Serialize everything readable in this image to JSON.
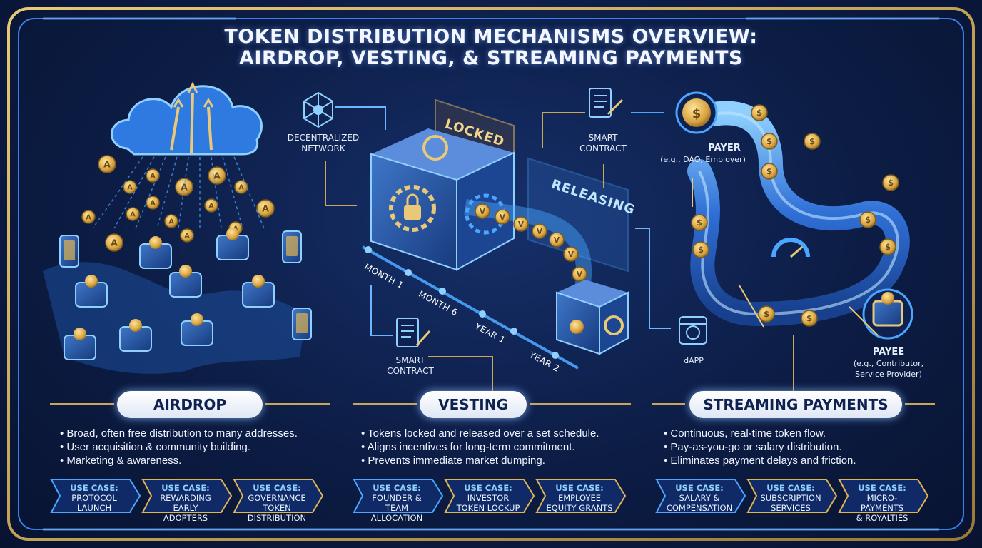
{
  "title": {
    "line1": "TOKEN DISTRIBUTION MECHANISMS OVERVIEW:",
    "line2": "AIRDROP, VESTING, & STREAMING PAYMENTS"
  },
  "colors": {
    "background": "#0a1633",
    "frame_gold": "#c9a65a",
    "frame_blue": "#3f8cff",
    "accent_blue": "#4aa6ff",
    "coin_gold": "#e0b453",
    "pill_text": "#0e2150"
  },
  "airdrop": {
    "pill": "AIRDROP",
    "icons": [
      "cloud-icon",
      "coin-icon",
      "wallet-icon",
      "phone-icon",
      "world-map-icon"
    ],
    "coin_letter": "A",
    "bullets": [
      "Broad, often free distribution to many addresses.",
      "User acquisition & community building.",
      "Marketing & awareness."
    ],
    "use_cases": [
      {
        "head": "USE CASE:",
        "line1": "PROTOCOL",
        "line2": "LAUNCH"
      },
      {
        "head": "USE CASE:",
        "line1": "REWARDING",
        "line2": "EARLY ADOPTERS"
      },
      {
        "head": "USE CASE:",
        "line1": "GOVERNANCE",
        "line2": "TOKEN DISTRIBUTION"
      }
    ]
  },
  "vesting": {
    "pill": "VESTING",
    "network_label": [
      "DECENTRALIZED",
      "NETWORK"
    ],
    "contract_top": [
      "SMART",
      "CONTRACT"
    ],
    "contract_bottom": [
      "SMART",
      "CONTRACT"
    ],
    "locked": "LOCKED",
    "releasing": "RELEASING",
    "coin_letter": "V",
    "timeline": [
      "MONTH 1",
      "MONTH 6",
      "YEAR 1",
      "YEAR 2"
    ],
    "bullets": [
      "Tokens locked and released over a set schedule.",
      "Aligns incentives for long-term commitment.",
      "Prevents immediate market dumping."
    ],
    "use_cases": [
      {
        "head": "USE CASE:",
        "line1": "FOUNDER & TEAM",
        "line2": "ALLOCATION"
      },
      {
        "head": "USE CASE:",
        "line1": "INVESTOR",
        "line2": "TOKEN LOCKUP"
      },
      {
        "head": "USE CASE:",
        "line1": "EMPLOYEE",
        "line2": "EQUITY GRANTS"
      }
    ]
  },
  "streaming": {
    "pill": "STREAMING PAYMENTS",
    "payer": "PAYER",
    "payer_sub": "(e.g., DAO, Employer)",
    "payee": "PAYEE",
    "payee_sub": [
      "(e.g., Contributor,",
      "Service Provider)"
    ],
    "dapp": "dAPP",
    "coin_letter": "$",
    "bullets": [
      "Continuous, real-time token flow.",
      "Pay-as-you-go or salary distribution.",
      "Eliminates payment delays and friction."
    ],
    "use_cases": [
      {
        "head": "USE CASE:",
        "line1": "SALARY &",
        "line2": "COMPENSATION"
      },
      {
        "head": "USE CASE:",
        "line1": "SUBSCRIPTION",
        "line2": "SERVICES"
      },
      {
        "head": "USE CASE:",
        "line1": "MICRO-PAYMENTS",
        "line2": "& ROYALTIES"
      }
    ]
  }
}
